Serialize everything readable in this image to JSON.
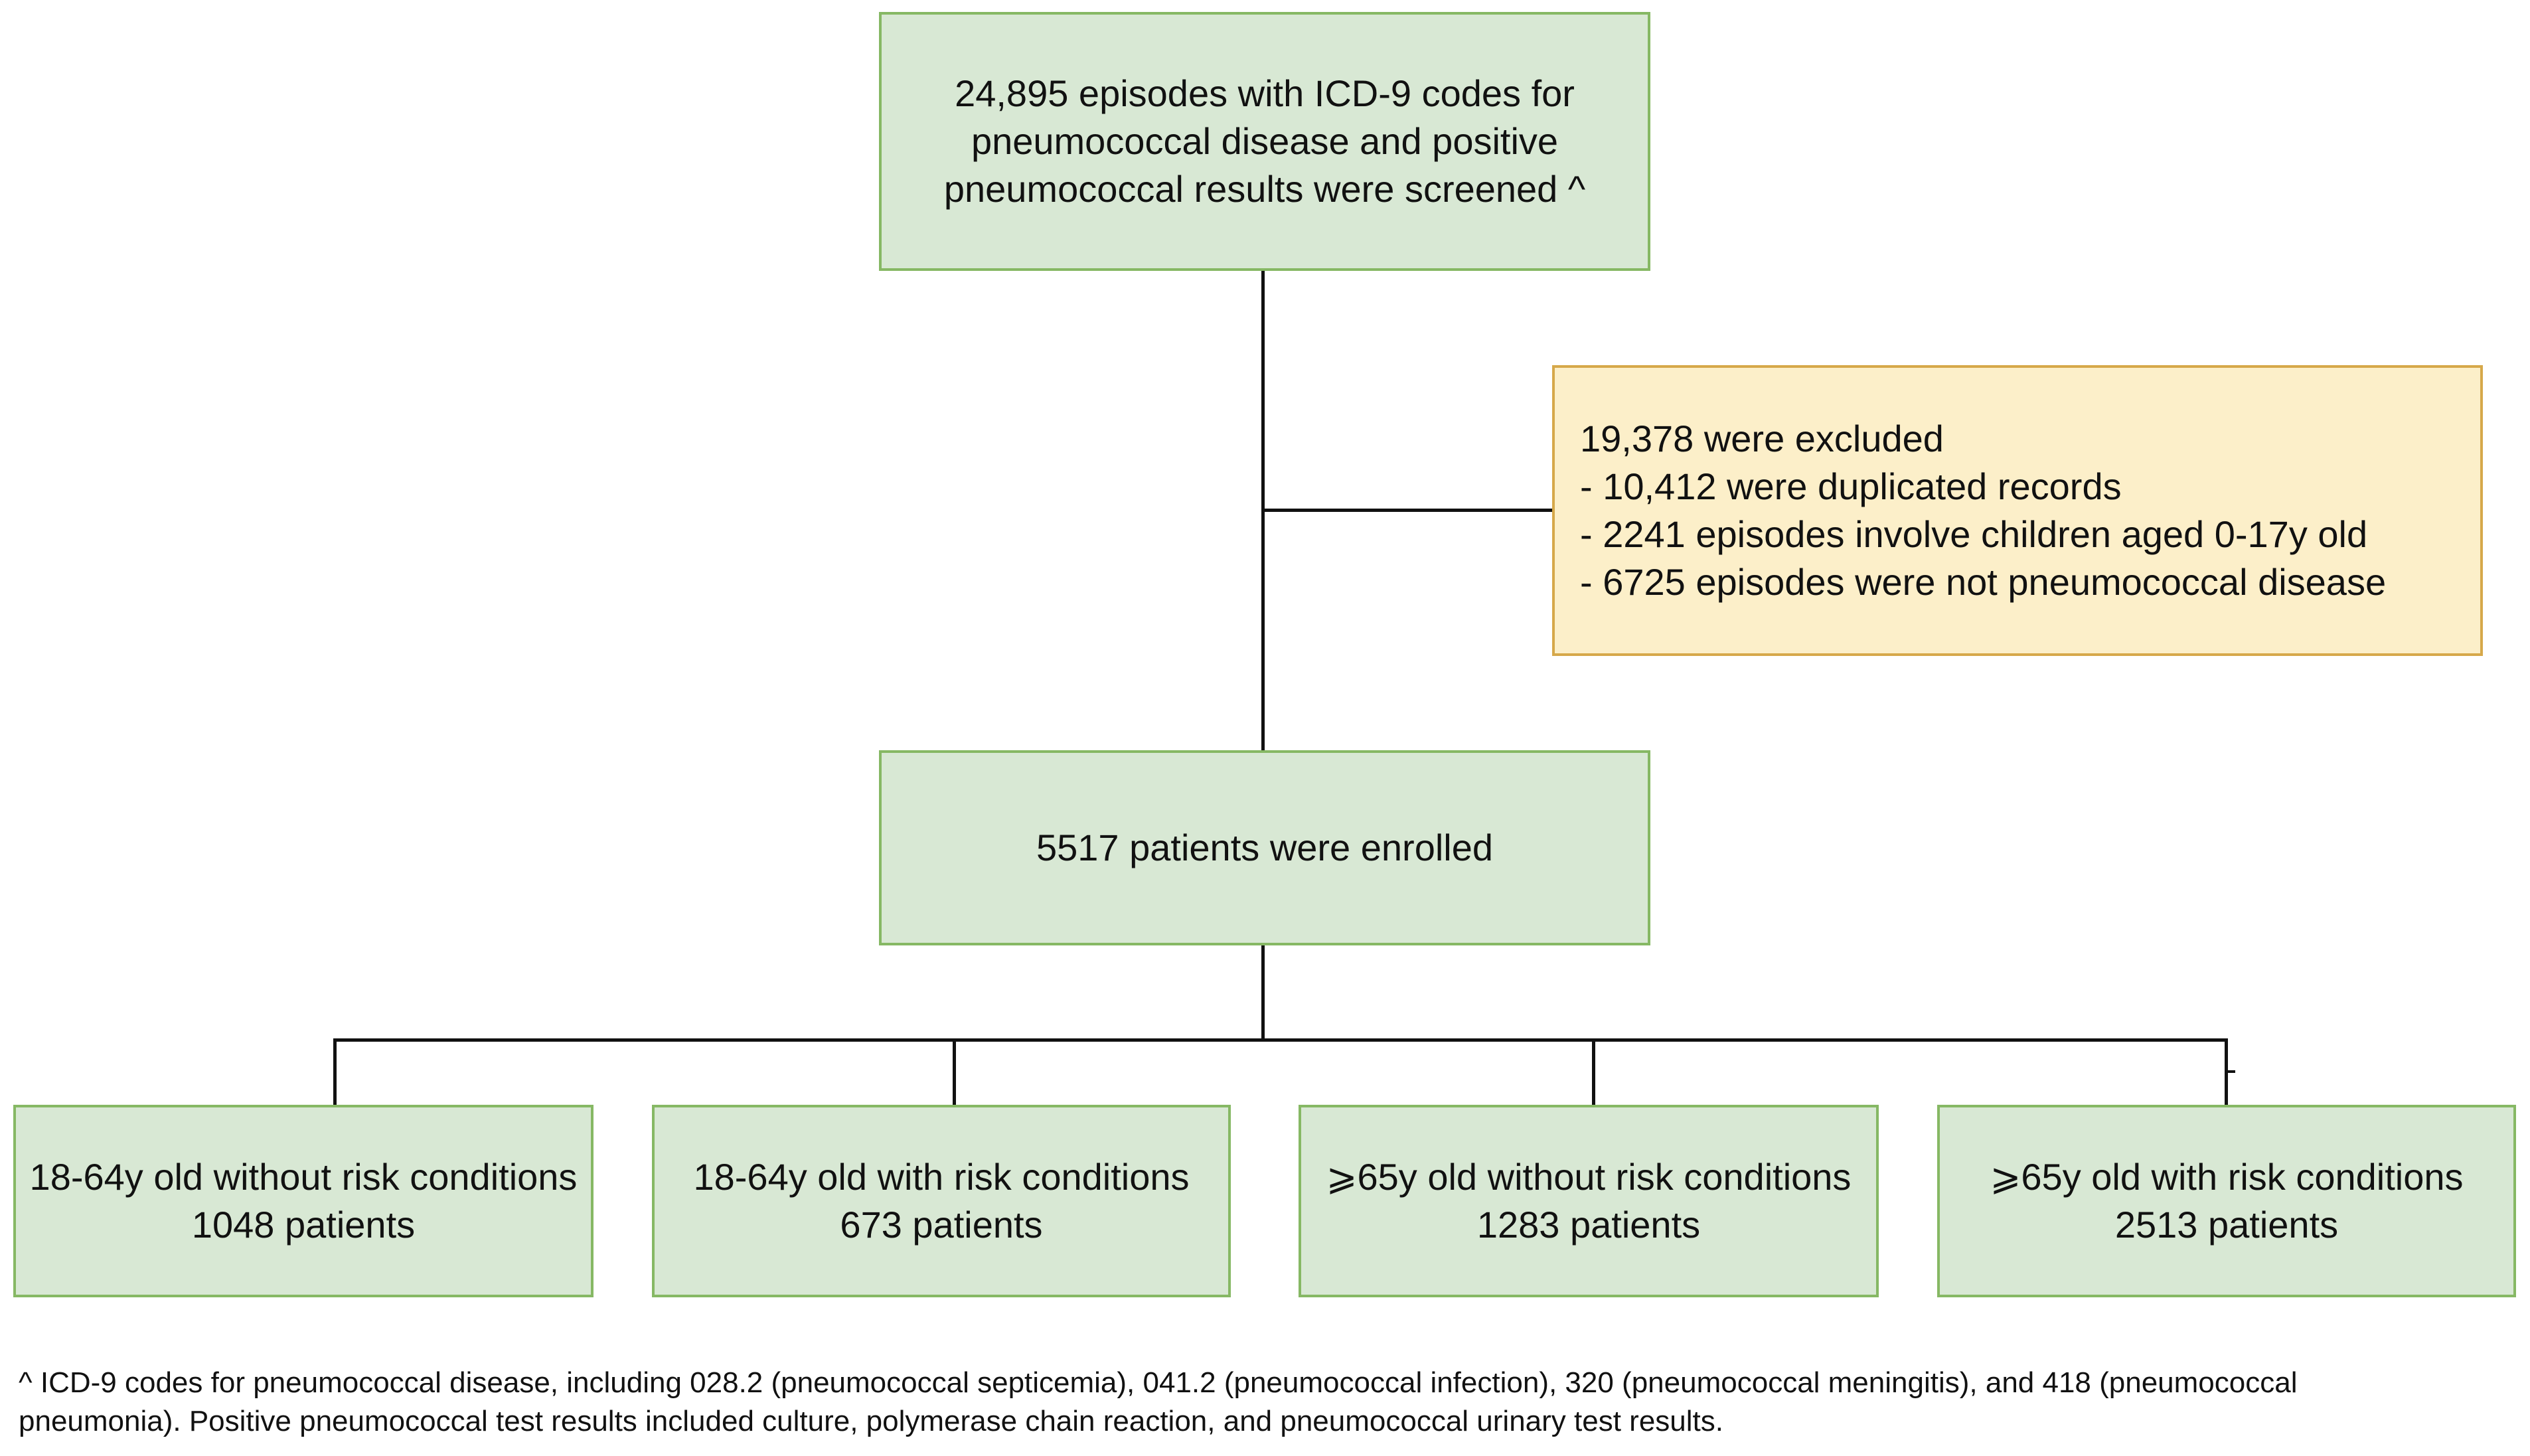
{
  "flowchart": {
    "screened": {
      "lines": [
        "24,895 episodes with ICD-9 codes for",
        "pneumococcal disease and positive",
        "pneumococcal results were screened ^"
      ]
    },
    "excluded": {
      "lines": [
        "19,378 were excluded",
        "- 10,412 were duplicated records",
        "- 2241 episodes involve children aged 0-17y old",
        "- 6725 episodes were not pneumococcal disease"
      ]
    },
    "enrolled": {
      "text": "5517 patients were enrolled"
    },
    "groups": [
      {
        "label": "18-64y old without risk conditions",
        "count": "1048 patients"
      },
      {
        "label": "18-64y old with risk conditions",
        "count": "673 patients"
      },
      {
        "label": "⩾65y old without risk conditions",
        "count": "1283 patients"
      },
      {
        "label": "⩾65y old with risk conditions",
        "count": "2513 patients"
      }
    ]
  },
  "footnote": {
    "lines": [
      "^ ICD-9 codes for pneumococcal disease, including 028.2 (pneumococcal septicemia), 041.2 (pneumococcal infection), 320 (pneumococcal meningitis), and 418 (pneumococcal",
      "pneumonia). Positive pneumococcal test results included culture, polymerase chain reaction, and pneumococcal urinary test results."
    ]
  },
  "colors": {
    "green_fill": "#d8e8d4",
    "green_border": "#86b864",
    "yellow_fill": "#fcefc9",
    "yellow_border": "#d6a84a",
    "connector": "#111111"
  }
}
